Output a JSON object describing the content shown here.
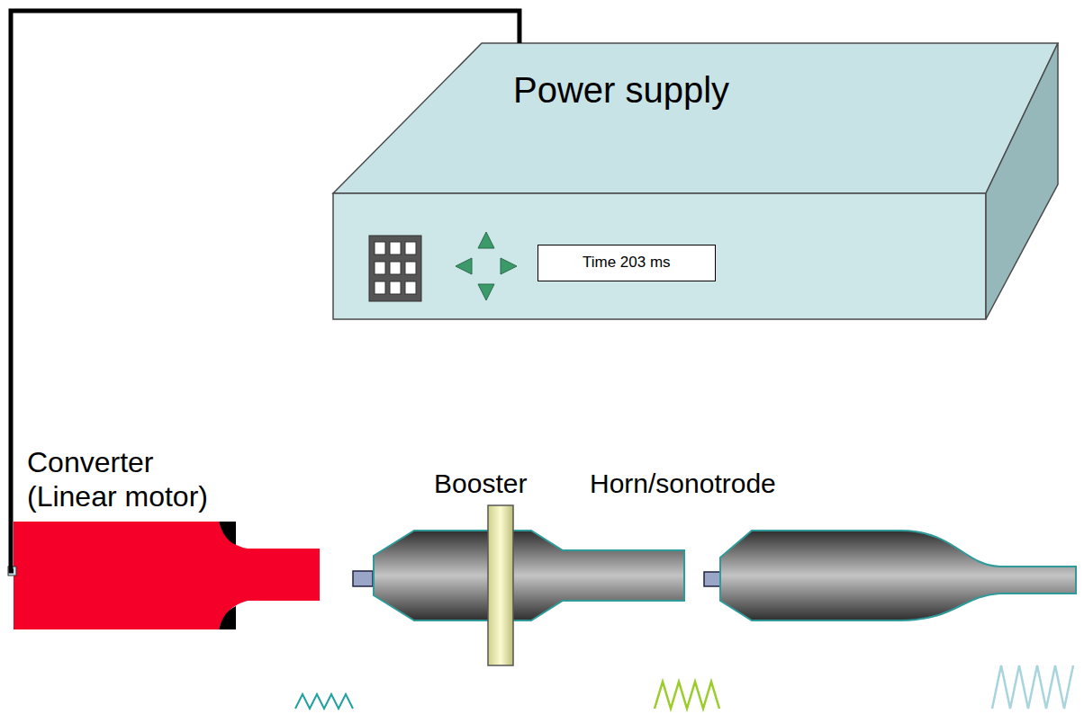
{
  "diagram": {
    "nodes": [
      {
        "text": [
          "Power supply"
        ]
      },
      {
        "text": [
          "Time 203 ms"
        ],
        "in": 0
      },
      {
        "text": [
          "Converter (Linear motor)"
        ]
      },
      {
        "text": [
          "Booster"
        ]
      },
      {
        "text": [
          "Horn/sonotrode"
        ]
      }
    ],
    "edges": [
      {
        "from": 0,
        "to": 2,
        "arrow": "none"
      }
    ]
  }
}
